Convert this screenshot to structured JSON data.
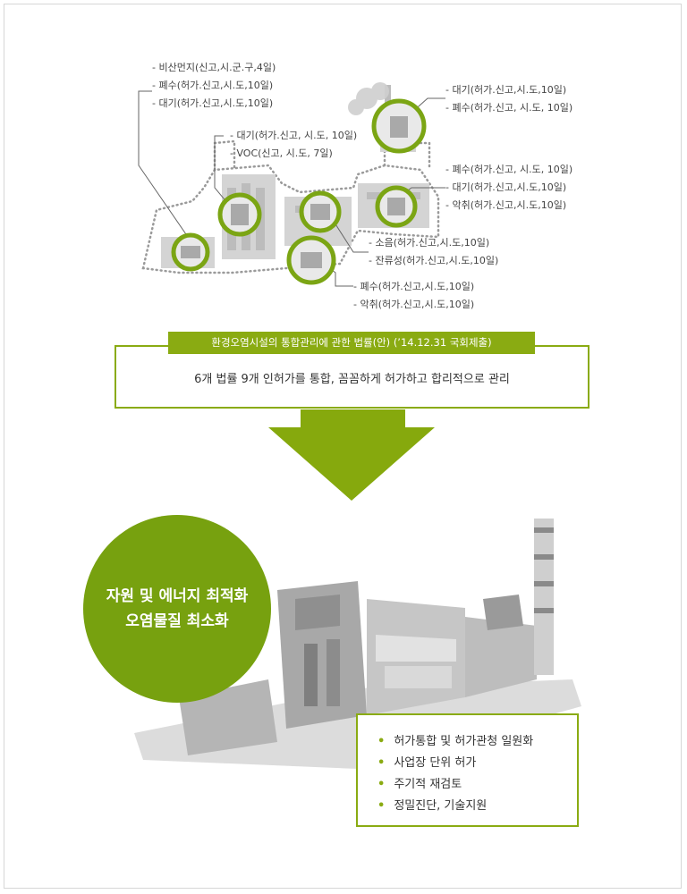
{
  "callouts": {
    "top_left": [
      "- 비산먼지(신고,시.군.구,4일)",
      "- 폐수(허가.신고,시.도,10일)",
      "- 대기(허가.신고,시.도,10일)"
    ],
    "mid_left": [
      "- 대기(허가.신고, 시.도, 10일)",
      "- VOC(신고, 시.도, 7일)"
    ],
    "top_right": [
      "- 대기(허가.신고,시.도,10일)",
      "- 폐수(허가.신고, 시.도, 10일)"
    ],
    "mid_right": [
      "- 폐수(허가.신고, 시.도, 10일)",
      "- 대기(허가.신고,시.도,10일)",
      "- 악취(허가.신고,시.도,10일)"
    ],
    "center": [
      "- 소음(허가.신고,시.도,10일)",
      "- 잔류성(허가.신고,시.도,10일)"
    ],
    "bottom": [
      "- 폐수(허가.신고,시.도,10일)",
      "- 악취(허가.신고,시.도,10일)"
    ]
  },
  "law": {
    "banner": "환경오염시설의 통합관리에 관한 법률(안) (’14.12.31 국회제출)",
    "description": "6개 법률 9개 인허가를 통합, 꼼꼼하게 허가하고 합리적으로 관리"
  },
  "goal": {
    "line1": "자원 및 에너지 최적화",
    "line2": "오염물질 최소화"
  },
  "features": [
    "허가통합 및 허가관청 일원화",
    "사업장 단위 허가",
    "주기적 재검토",
    "정밀진단, 기술지원"
  ],
  "colors": {
    "accent": "#8aab12",
    "circle": "#77a10f",
    "arrow": "#86a90d"
  }
}
